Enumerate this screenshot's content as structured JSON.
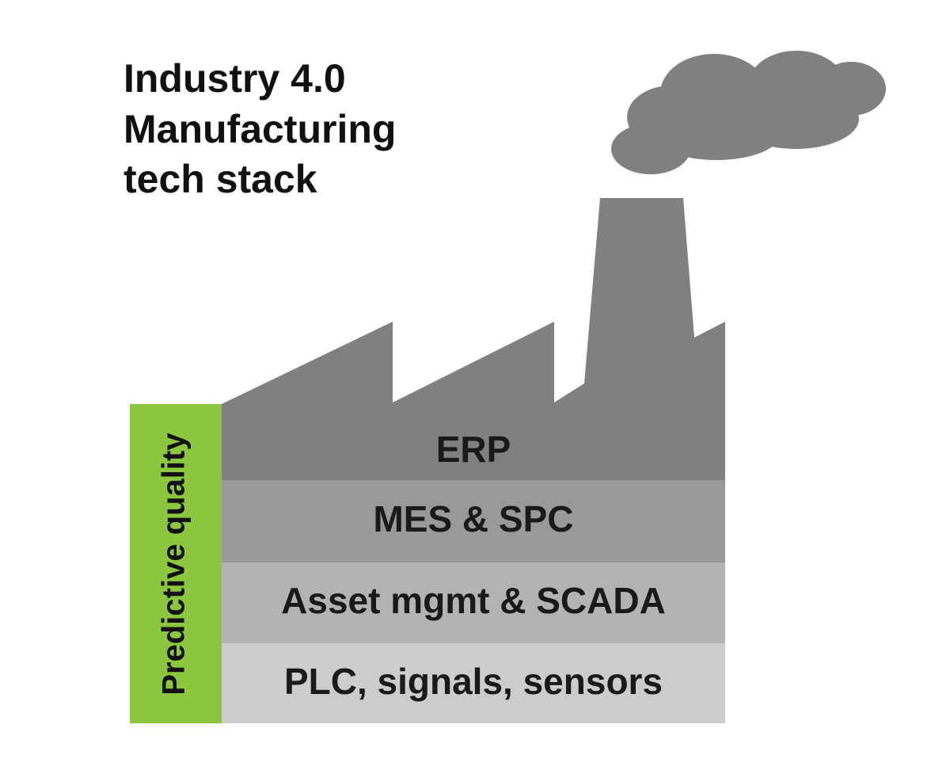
{
  "title": {
    "lines": [
      "Industry 4.0",
      "Manufacturing",
      "tech stack"
    ]
  },
  "side_bar": {
    "label": "Predictive quality",
    "color": "#8cc63f"
  },
  "layers": [
    {
      "label": "ERP",
      "color": "#808080"
    },
    {
      "label": "MES & SPC",
      "color": "#999999"
    },
    {
      "label": "Asset mgmt & SCADA",
      "color": "#b3b3b3"
    },
    {
      "label": "PLC, signals, sensors",
      "color": "#cccccc"
    }
  ],
  "factory": {
    "roof_color": "#808080",
    "smoke_color": "#808080"
  }
}
